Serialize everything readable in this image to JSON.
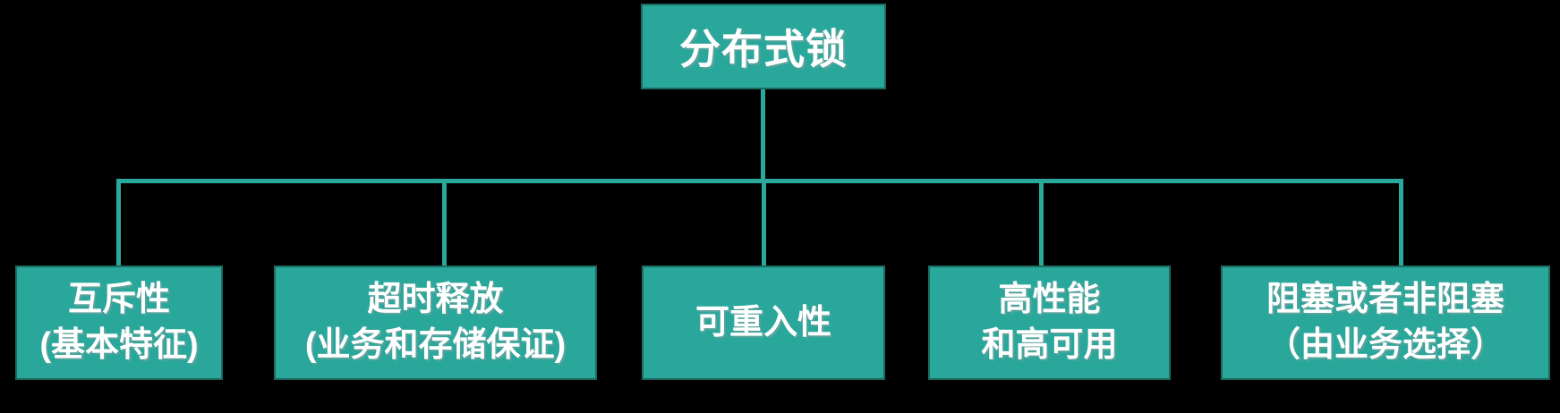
{
  "diagram": {
    "type": "tree",
    "title": "分布式锁",
    "root": {
      "label": "分布式锁"
    },
    "children": [
      {
        "id": "mutual-exclusion",
        "label": "互斥性\n(基本特征)"
      },
      {
        "id": "timeout-release",
        "label": "超时释放\n(业务和存储保证)"
      },
      {
        "id": "reentrancy",
        "label": "可重入性"
      },
      {
        "id": "performance",
        "label": "高性能\n和高可用"
      },
      {
        "id": "blocking-mode",
        "label": "阻塞或者非阻塞\n（由业务选择）"
      }
    ],
    "colors": {
      "bg": "#000000",
      "node_fill": "#2aa79b",
      "node_border": "#1d6b60",
      "connector": "#29a89b",
      "text": "#ffffff"
    }
  }
}
